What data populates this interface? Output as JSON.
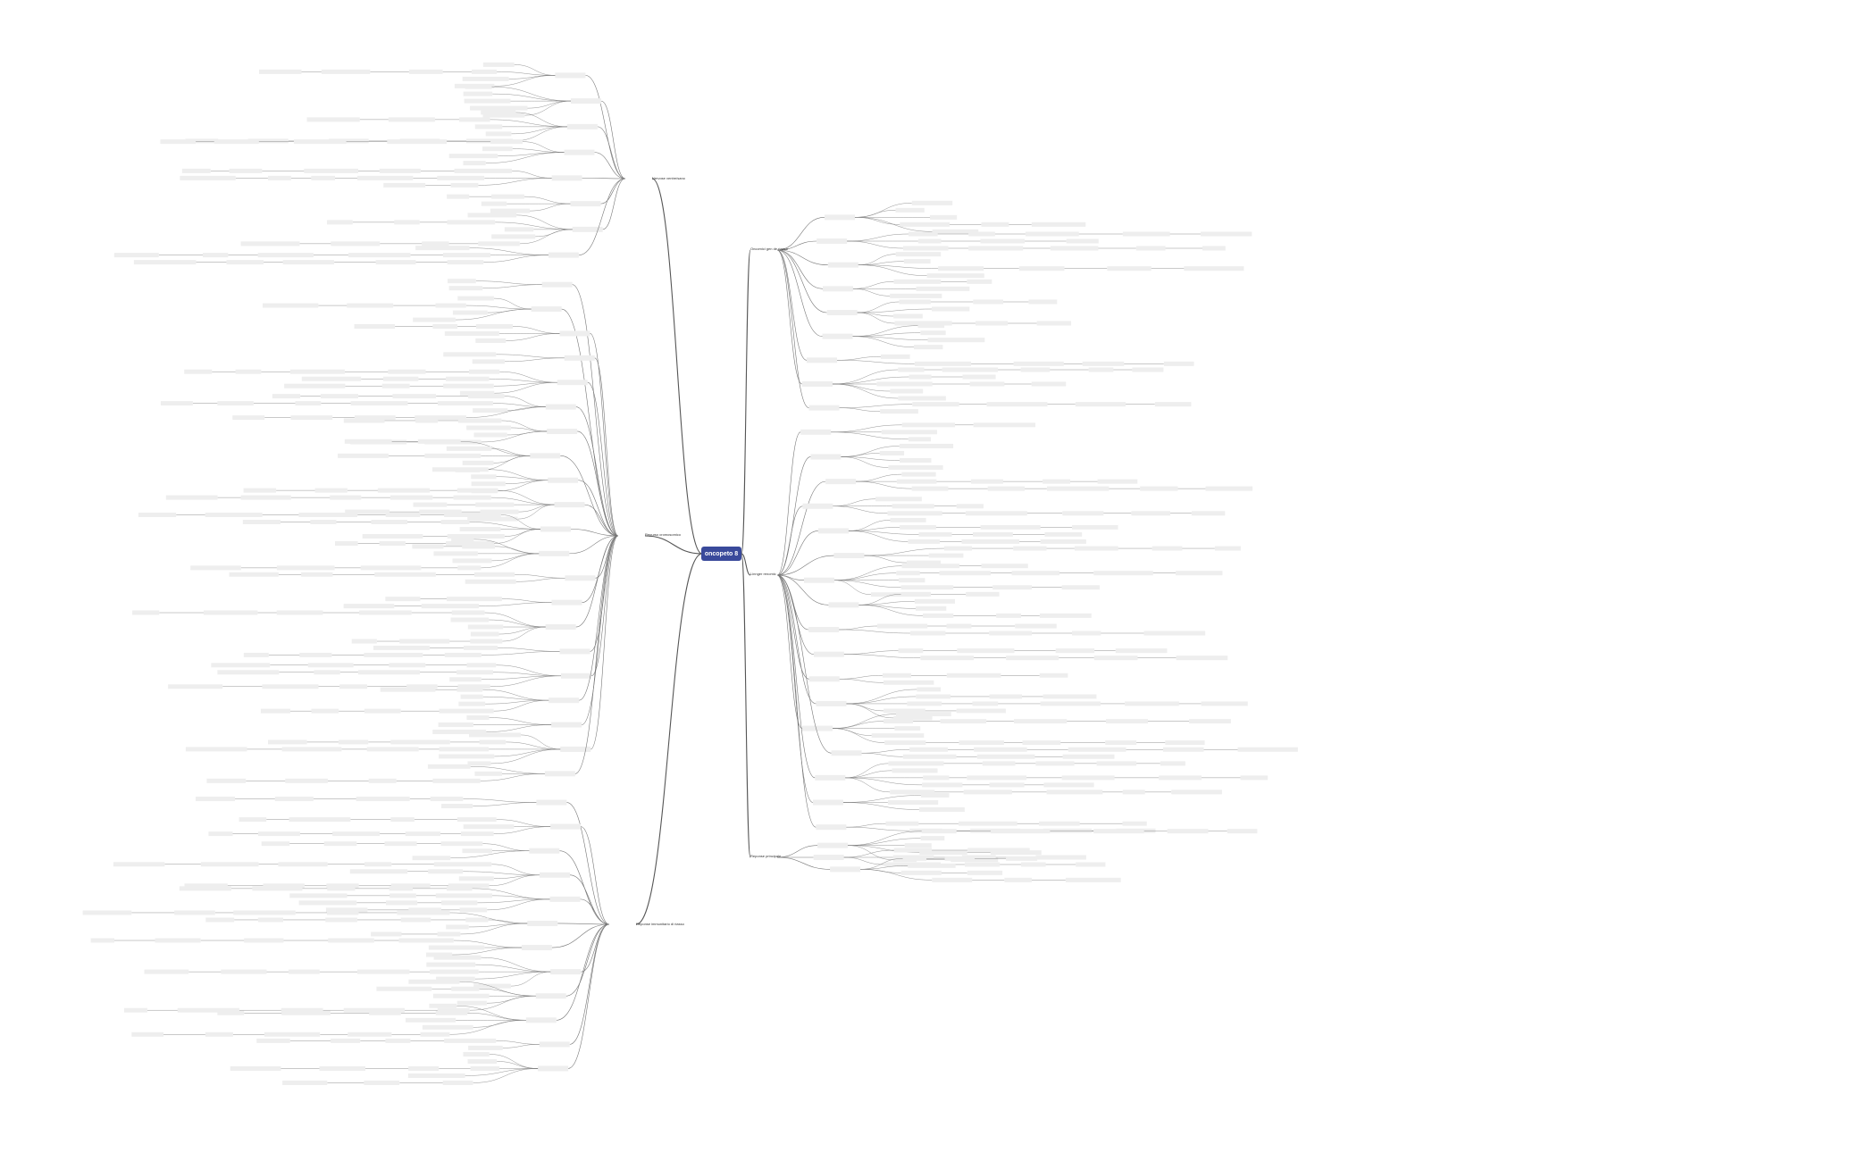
{
  "root": {
    "label": "oncopeto 8"
  },
  "colors": {
    "root_fill": "#3a4a9b",
    "line": "#555555",
    "leaf_box": "#eeeeee",
    "leaf_line": "#777777",
    "background": "#ffffff"
  },
  "branches": [
    {
      "label": "Nervose ventre/sano",
      "side": "left"
    },
    {
      "label": "Repurso cromosomico",
      "side": "left"
    },
    {
      "label": "Reponse immunitario di riasso",
      "side": "left"
    },
    {
      "label": "Oncomici gen de riasso",
      "side": "right"
    },
    {
      "label": "Linnger renomic",
      "side": "right"
    },
    {
      "label": "Reponse principale",
      "side": "right"
    }
  ]
}
